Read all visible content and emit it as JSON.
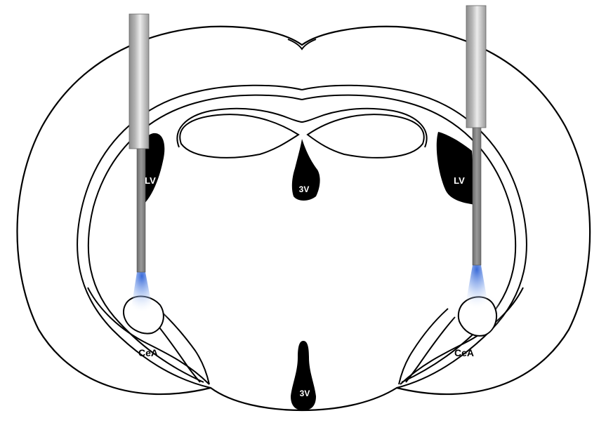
{
  "diagram": {
    "labels": {
      "lv_left": "LV",
      "lv_right": "LV",
      "third_ventricle_top": "3V",
      "third_ventricle_bottom": "3V",
      "cea_left": "CeA",
      "cea_right": "CeA"
    },
    "colors": {
      "outline": "#000000",
      "ventricle_fill": "#000000",
      "ventricle_label": "#ffffff",
      "region_label": "#000000",
      "light_cone": "#3a6fd8",
      "cannula_body_light": "#e4e4e4",
      "cannula_body_dark": "#8c8c8c",
      "fiber": "#7e7e7e"
    }
  }
}
